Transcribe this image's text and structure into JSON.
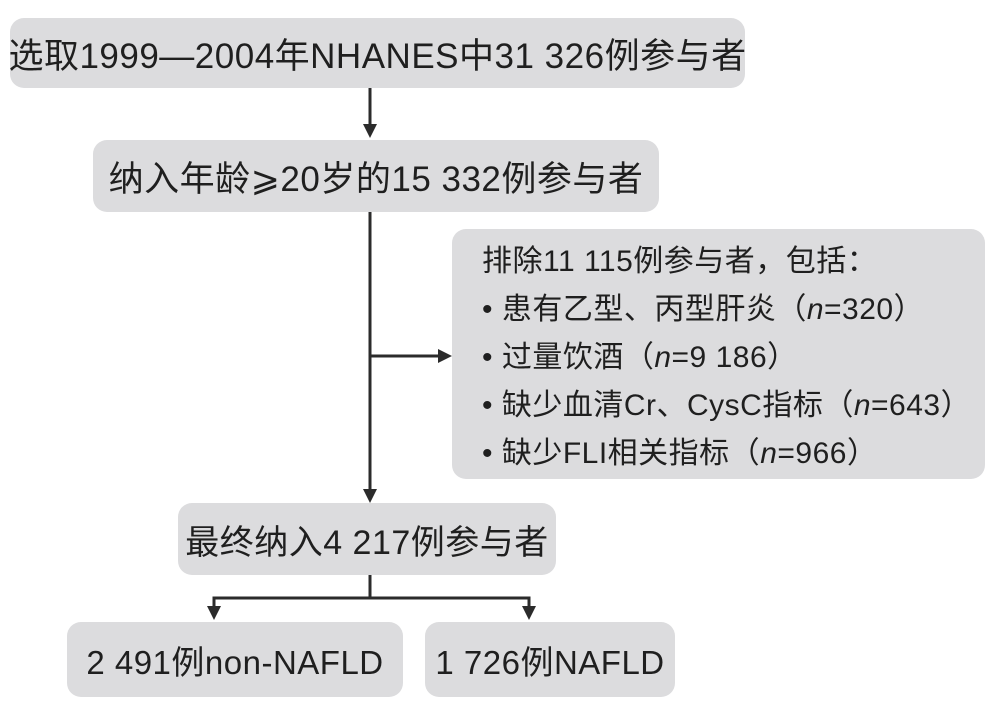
{
  "colors": {
    "box_bg": "#dcdcde",
    "text": "#1f1f1f",
    "arrow": "#2b2b2b",
    "page_bg": "#ffffff"
  },
  "flowchart": {
    "initial": "选取1999—2004年NHANES中31 326例参与者",
    "age_filter": "纳入年龄⩾20岁的15 332例参与者",
    "excluded": {
      "header": "排除11 115例参与者，包括：",
      "items": [
        "• 患有乙型、丙型肝炎（n=320）",
        "• 过量饮酒（n=9 186）",
        "• 缺少血清Cr、CysC指标（n=643）",
        "• 缺少FLI相关指标（n=966）"
      ]
    },
    "final": "最终纳入4 217例参与者",
    "non_nafld": "2 491例non-NAFLD",
    "nafld": "1 726例NAFLD"
  }
}
